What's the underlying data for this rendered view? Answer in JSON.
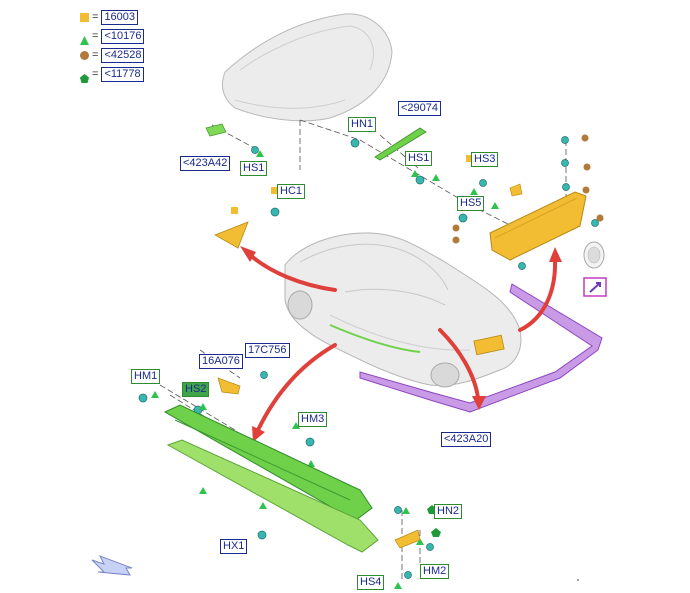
{
  "legend": [
    {
      "shape": "square",
      "color": "#f2bd33",
      "eq": "=",
      "code": "16003"
    },
    {
      "shape": "triangle",
      "color": "#2fc24e",
      "eq": "=",
      "code": "<10176"
    },
    {
      "shape": "circle",
      "color": "#b07a3a",
      "eq": "=",
      "code": "<42528"
    },
    {
      "shape": "pentagon",
      "color": "#1e9a3a",
      "eq": "=",
      "code": "<11778"
    }
  ],
  "labels": {
    "l423a42": "<423A42",
    "hs1a": "HS1",
    "hn1": "HN1",
    "l29074": "<29074",
    "hs1b": "HS1",
    "hs3": "HS3",
    "hs5": "HS5",
    "hc1": "HC1",
    "hm1": "HM1",
    "hs2": "HS2",
    "l16a076": "16A076",
    "l17c756": "17C756",
    "hm3": "HM3",
    "l423a20": "<423A20",
    "hn2": "HN2",
    "hx1": "HX1",
    "hm2": "HM2",
    "hs4": "HS4"
  },
  "colors": {
    "accent_blue": "#1b2a8f",
    "label_green": "#2e8b2e",
    "arrow_red": "#e0403a",
    "yellow_part": "#f2bd33",
    "green_part": "#6fd14a",
    "purple_part": "#a35bd0",
    "grey_body": "#e8e8e8"
  }
}
